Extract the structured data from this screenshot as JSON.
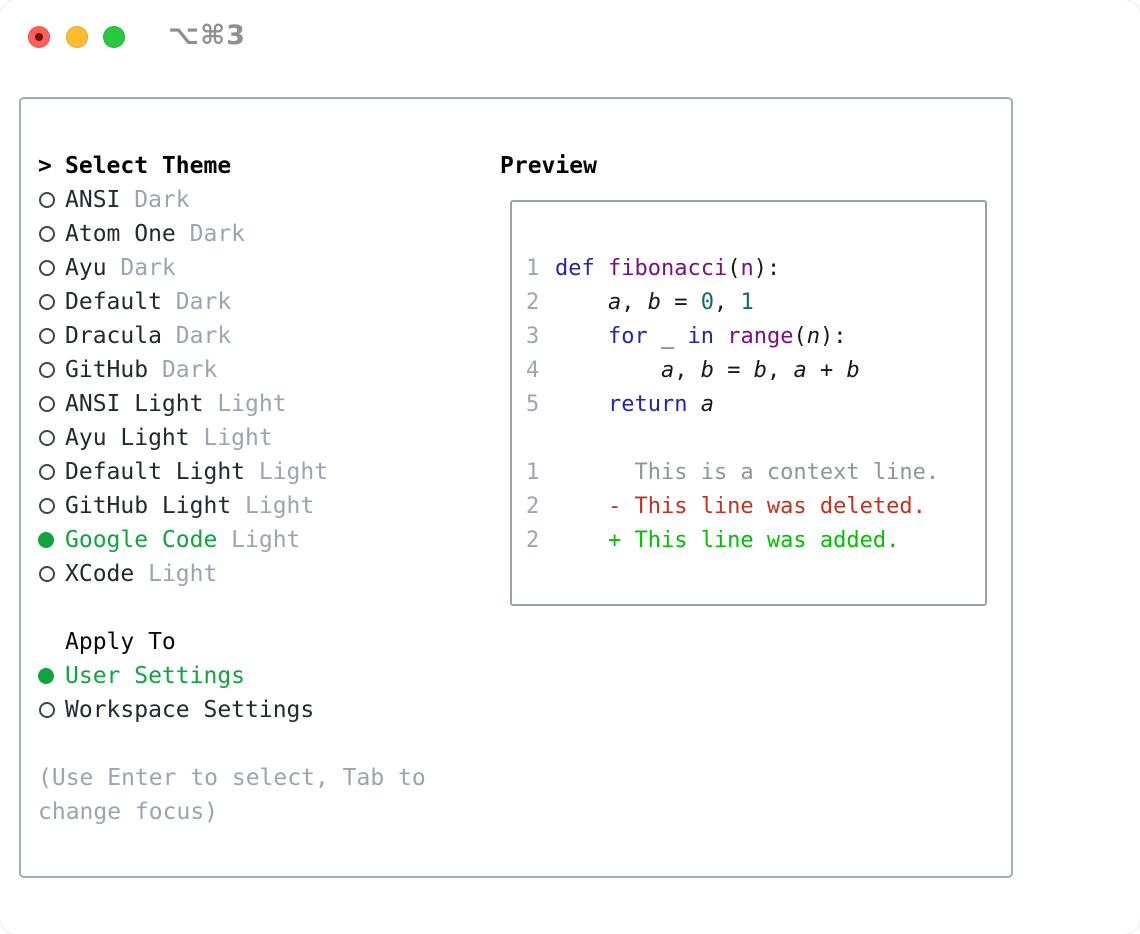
{
  "window": {
    "shortcut_label": "⌥⌘3"
  },
  "colors": {
    "traffic_red": "#ff5f57",
    "traffic_red_dot": "#6e1412",
    "traffic_yellow": "#febc2e",
    "traffic_green": "#28c840",
    "shortcut_gray": "#8e8e93",
    "outer_border": "#a3abb5",
    "inner_border": "#98a1ac",
    "text": "#24292f",
    "muted": "#9aa5b0",
    "ring": "#41464c",
    "selected_green": "#0fa53c",
    "line_number": "#9ca6b1",
    "plain": "#17181c",
    "keyword": "#2424b4",
    "function": "#7c0f7c",
    "number_literal": "#0f6b6b",
    "context": "#8f959b",
    "deleted": "#c2321e",
    "added": "#00c200"
  },
  "icons": {
    "radio_selected": "●",
    "radio_unselected": "○"
  },
  "theme_panel": {
    "header_prefix": ">",
    "header": "Select Theme",
    "items": [
      {
        "name": "ANSI",
        "variant": "Dark",
        "selected": false
      },
      {
        "name": "Atom One",
        "variant": "Dark",
        "selected": false
      },
      {
        "name": "Ayu",
        "variant": "Dark",
        "selected": false
      },
      {
        "name": "Default",
        "variant": "Dark",
        "selected": false
      },
      {
        "name": "Dracula",
        "variant": "Dark",
        "selected": false
      },
      {
        "name": "GitHub",
        "variant": "Dark",
        "selected": false
      },
      {
        "name": "ANSI Light",
        "variant": "Light",
        "selected": false
      },
      {
        "name": "Ayu Light",
        "variant": "Light",
        "selected": false
      },
      {
        "name": "Default Light",
        "variant": "Light",
        "selected": false
      },
      {
        "name": "GitHub Light",
        "variant": "Light",
        "selected": false
      },
      {
        "name": "Google Code",
        "variant": "Light",
        "selected": true
      },
      {
        "name": "XCode",
        "variant": "Light",
        "selected": false
      }
    ],
    "apply_to": {
      "header": "Apply To",
      "items": [
        {
          "name": "User Settings",
          "selected": true
        },
        {
          "name": "Workspace Settings",
          "selected": false
        }
      ]
    },
    "help_lines": [
      "(Use Enter to select, Tab to",
      "change focus)"
    ]
  },
  "preview": {
    "header": "Preview",
    "code_lines": [
      {
        "num": "1",
        "tokens": [
          {
            "t": "def",
            "c": "keyword"
          },
          {
            "t": " ",
            "c": "plain"
          },
          {
            "t": "fibonacci",
            "c": "function"
          },
          {
            "t": "(",
            "c": "plain"
          },
          {
            "t": "n",
            "c": "function"
          },
          {
            "t": "):",
            "c": "plain"
          }
        ]
      },
      {
        "num": "2",
        "tokens": [
          {
            "t": "    ",
            "c": "plain"
          },
          {
            "t": "a",
            "c": "variable"
          },
          {
            "t": ", ",
            "c": "plain"
          },
          {
            "t": "b",
            "c": "variable"
          },
          {
            "t": " = ",
            "c": "plain"
          },
          {
            "t": "0",
            "c": "number"
          },
          {
            "t": ", ",
            "c": "plain"
          },
          {
            "t": "1",
            "c": "number"
          }
        ]
      },
      {
        "num": "3",
        "tokens": [
          {
            "t": "    ",
            "c": "plain"
          },
          {
            "t": "for",
            "c": "keyword"
          },
          {
            "t": " ",
            "c": "plain"
          },
          {
            "t": "_",
            "c": "variable"
          },
          {
            "t": " ",
            "c": "plain"
          },
          {
            "t": "in",
            "c": "keyword"
          },
          {
            "t": " ",
            "c": "plain"
          },
          {
            "t": "range",
            "c": "function"
          },
          {
            "t": "(",
            "c": "plain"
          },
          {
            "t": "n",
            "c": "variable"
          },
          {
            "t": "):",
            "c": "plain"
          }
        ]
      },
      {
        "num": "4",
        "tokens": [
          {
            "t": "        ",
            "c": "plain"
          },
          {
            "t": "a",
            "c": "variable"
          },
          {
            "t": ", ",
            "c": "plain"
          },
          {
            "t": "b",
            "c": "variable"
          },
          {
            "t": " = ",
            "c": "plain"
          },
          {
            "t": "b",
            "c": "variable"
          },
          {
            "t": ", ",
            "c": "plain"
          },
          {
            "t": "a",
            "c": "variable"
          },
          {
            "t": " + ",
            "c": "plain"
          },
          {
            "t": "b",
            "c": "variable"
          }
        ]
      },
      {
        "num": "5",
        "tokens": [
          {
            "t": "    ",
            "c": "plain"
          },
          {
            "t": "return",
            "c": "keyword"
          },
          {
            "t": " ",
            "c": "plain"
          },
          {
            "t": "a",
            "c": "variable"
          }
        ]
      },
      {
        "num": "",
        "tokens": []
      },
      {
        "num": "1",
        "tokens": [
          {
            "t": "      This is a context line.",
            "c": "context"
          }
        ]
      },
      {
        "num": "2",
        "tokens": [
          {
            "t": "    - This line was deleted.",
            "c": "deleted"
          }
        ]
      },
      {
        "num": "2",
        "tokens": [
          {
            "t": "    + This line was added.",
            "c": "added"
          }
        ]
      }
    ]
  }
}
